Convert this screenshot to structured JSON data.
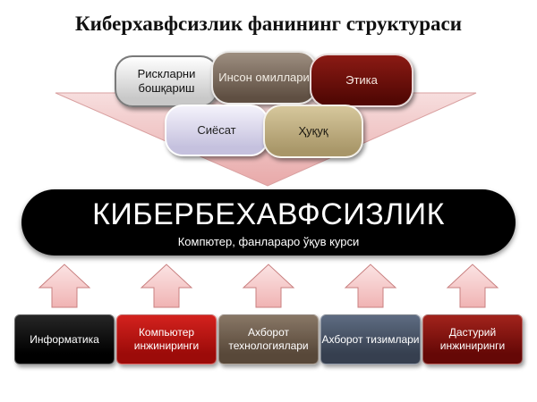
{
  "title": "Киберхавфсизлик фанининг структураси",
  "factors": {
    "risk": "Рискларни бошқариш",
    "human": "Инсон омиллари",
    "ethics": "Этика",
    "policy": "Сиёсат",
    "law": "Ҳуқуқ"
  },
  "main": {
    "title": "КИБЕРБЕХАВФСИЗЛИК",
    "subtitle": "Компютер, фанлараро ўқув курси"
  },
  "disciplines": [
    "Информатика",
    "Компьютер инжиниринги",
    "Ахборот технологиялари",
    "Ахборот тизимлари",
    "Дастурий инжиниринги"
  ],
  "colors": {
    "funnel": "#f2c4c4",
    "main_bar": "#000000",
    "arrow_fill": "#f6c8c8",
    "arrow_stroke": "#c98080"
  }
}
